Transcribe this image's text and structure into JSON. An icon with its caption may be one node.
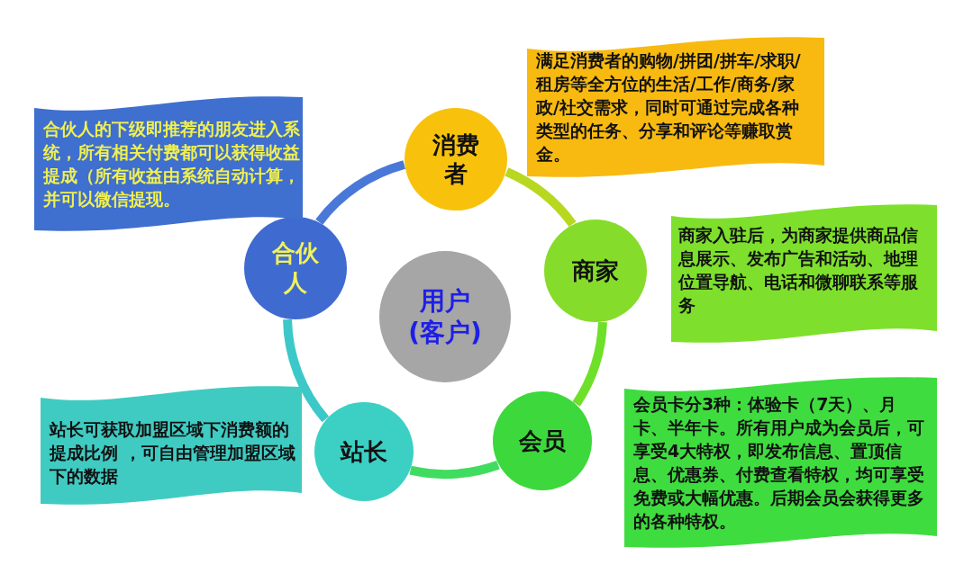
{
  "diagram": {
    "nodes": [
      {
        "text": [
          "用户(客户)"
        ]
      },
      {
        "text": [
          "消费者"
        ]
      },
      {
        "text": [
          "商家"
        ]
      },
      {
        "text": [
          "会员"
        ]
      },
      {
        "text": [
          "站长"
        ]
      },
      {
        "text": [
          "合伙人"
        ]
      },
      {
        "text": [
          "满足消费者的购物/拼团/拼车/求职/租房等全方位的生活/工作/商务/家政/社交需求，同时可通过完成各种类型的任务、分享和评论等赚取赏金。"
        ]
      },
      {
        "text": [
          "合伙人的下级即推荐的朋友进入系统，所有相关付费都可以获得收益提成（所有收益由系统自动计算，并可以微信提现。"
        ]
      },
      {
        "text": [
          "商家入驻后，为商家提供商品信息展示、发布广告和活动、地理位置导航、电话和微聊联系等服务"
        ]
      },
      {
        "text": [
          "会员卡分3种：体验卡（7天）、月卡、半年卡。所有用户成为会员后，可享受4大特权，即发布信息、置顶信息、优惠券、付费查看特权，均可享受免费或大幅优惠。后期会员会获得更多的各种特权。"
        ]
      },
      {
        "text": [
          "站长可获取加盟区域下消费额的提成比例 ，可自由管理加盟区域下的数据"
        ]
      }
    ],
    "edges": [
      {
        "from": 1,
        "to": 2,
        "arrow": "none",
        "color": "#b8d820"
      },
      {
        "from": 2,
        "to": 3,
        "arrow": "none",
        "color": "#6ee02a"
      },
      {
        "from": 3,
        "to": 4,
        "arrow": "none",
        "color": "#40dc60"
      },
      {
        "from": 4,
        "to": 5,
        "arrow": "none",
        "color": "#3cc8c8"
      },
      {
        "from": 5,
        "to": 1,
        "arrow": "none",
        "color": "#4a78d8"
      }
    ]
  }
}
